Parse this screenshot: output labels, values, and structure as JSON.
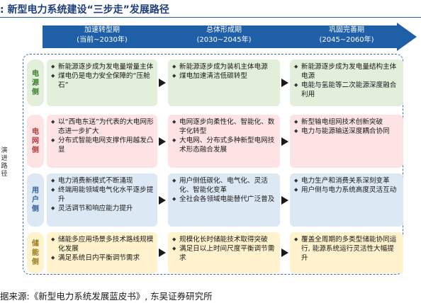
{
  "title": ": 新型电力系统建设“三步走”发展路径",
  "source": "据来源:《新型电力系统发展蓝皮书》, 东吴证券研究所",
  "side_label": "演进路径",
  "colors": {
    "arrow": "#1e5fa8",
    "source_row": "#e2efda",
    "grid_row": "#fde3e3",
    "user_row": "#dde8f5",
    "storage_row": "#fff2cc"
  },
  "stages": [
    {
      "name": "加速转型期",
      "period": "(当前~2030年)"
    },
    {
      "name": "总体形成期",
      "period": "(2030~2045年)"
    },
    {
      "name": "巩固完善期",
      "period": "(2045~2060年)"
    }
  ],
  "rows": [
    {
      "label": "电源侧",
      "cells": [
        [
          "新能源逐步成为发电量增量主体",
          "煤电仍是电力安全保障的“压舱石”"
        ],
        [
          "新能源逐步成为装机主体电源",
          "煤电加速清洁低碳转型"
        ],
        [
          "新能源逐步成为发电量结构主体电源",
          "电能与氢能等二次能源深度融合利用"
        ]
      ]
    },
    {
      "label": "电网侧",
      "cells": [
        [
          "以“西电东送”为代表的大电网形态进一步扩大",
          "分布式智能电网支撑作用越发凸显"
        ],
        [
          "电网逐步向柔性化、智能化、数字化转型",
          "大电网、分布式多种新型电网技术形态融合发展"
        ],
        [
          "新型输电组网技术创新突破",
          "电力与能源输送深度耦合协同"
        ]
      ]
    },
    {
      "label": "用户侧",
      "cells": [
        [
          "电力消费新模式不断涌现",
          "终端用能领域电气化水平逐步提升",
          "灵活调节和响应能力提升"
        ],
        [
          "用户侧低碳化、电气化、灵活化、智能化变革",
          "全社会各领域电能替代广泛普及"
        ],
        [
          "电力生产和消费关系深刻变革",
          "用户侧与电力系统高度灵活互动"
        ]
      ]
    },
    {
      "label": "储能侧",
      "cells": [
        [
          "储能多应用场景多技术路线规模化发展",
          "满足系统日内平衡调节需求"
        ],
        [
          "规模化长时储能技术取得突破",
          "满足日以上时间尺度平衡调节需求"
        ],
        [
          "覆盖全周期的多类型储能协同运行, 能源系统运行灵活性大幅提升"
        ]
      ]
    }
  ]
}
